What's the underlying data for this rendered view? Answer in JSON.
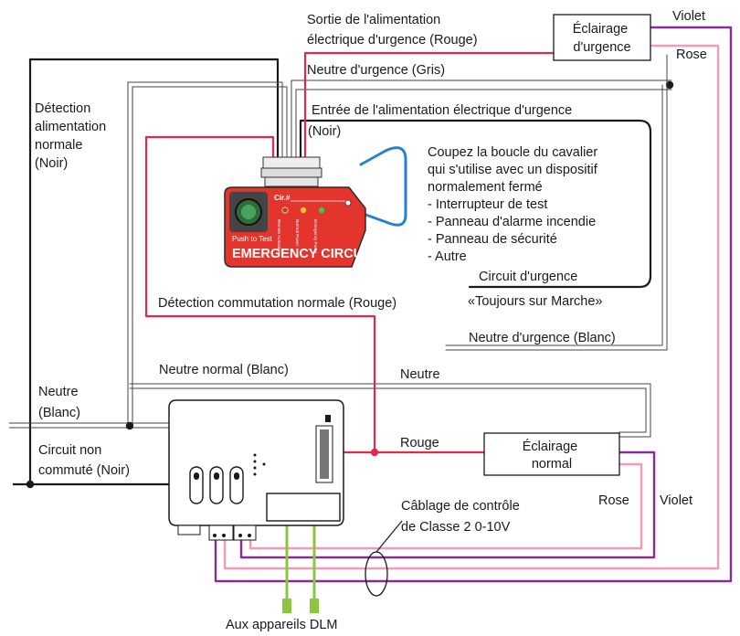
{
  "labels": {
    "violet_top": "Violet",
    "rose_top": "Rose",
    "emergency_lighting": [
      "Éclairage",
      "d'urgence"
    ],
    "emergency_power_out": [
      "Sortie de l'alimentation",
      "électrique d'urgence (Rouge)"
    ],
    "emergency_neutral_gray": "Neutre d'urgence (Gris)",
    "normal_power_detect": [
      "Détection",
      "alimentation",
      "normale",
      "(Noir)"
    ],
    "emergency_power_in": [
      "Entrée de l'alimentation électrique d'urgence",
      "(Noir)"
    ],
    "jumper_note": [
      "Coupez la boucle du cavalier",
      "qui s'utilise avec un dispositif",
      "normalement fermé",
      "- Interrupteur de test",
      "- Panneau d'alarme incendie",
      "- Panneau de sécurité",
      "- Autre"
    ],
    "emergency_circuit": "Circuit d'urgence",
    "always_on": "«Toujours sur Marche»",
    "normal_switch_detect": "Détection commutation normale (Rouge)",
    "emergency_neutral_white": "Neutre d'urgence (Blanc)",
    "normal_neutral": "Neutre normal (Blanc)",
    "neutre": "Neutre",
    "neutral_white": [
      "Neutre",
      "(Blanc)"
    ],
    "unswitched_circuit": [
      "Circuit non",
      "commuté (Noir)"
    ],
    "rouge": "Rouge",
    "normal_lighting": [
      "Éclairage",
      "normal"
    ],
    "rose_bottom": "Rose",
    "violet_bottom": "Violet",
    "class2_wiring": [
      "Câblage de contrôle",
      "de Classe 2 0-10V"
    ],
    "to_dlm": "Aux appareils DLM"
  },
  "device": {
    "circuit_id_label": "Cir.#",
    "push_to_test": "Push to Test",
    "title": "EMERGENCY CIRCUIT",
    "led_labels": [
      "Remote Activation",
      "Normal Power",
      "Emergency Power"
    ],
    "led_colors": [
      "#c43c2c",
      "#f2c230",
      "#2fcf4c"
    ],
    "body_color": "#e3342e"
  },
  "colors": {
    "red_wire": "#e0294f",
    "pink_wire": "#f19bb5",
    "violet_wire": "#8a2a9a",
    "black_wire": "#1a1a1a",
    "jumper": "#2484c6",
    "dlm_wire": "#8cc63f"
  }
}
